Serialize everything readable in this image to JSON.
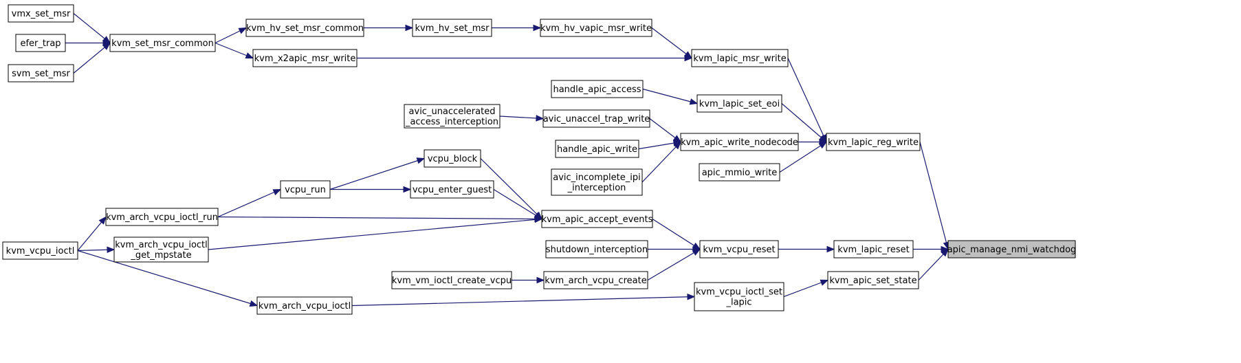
{
  "graph": {
    "edge_color": "#191970",
    "focus_fill": "#bfbfbf",
    "nodes": [
      {
        "id": "vmx_set_msr",
        "lines": [
          "vmx_set_msr"
        ]
      },
      {
        "id": "efer_trap",
        "lines": [
          "efer_trap"
        ]
      },
      {
        "id": "svm_set_msr",
        "lines": [
          "svm_set_msr"
        ]
      },
      {
        "id": "kvm_set_msr_common",
        "lines": [
          "kvm_set_msr_common"
        ]
      },
      {
        "id": "kvm_hv_set_msr_common",
        "lines": [
          "kvm_hv_set_msr_common"
        ]
      },
      {
        "id": "kvm_hv_set_msr",
        "lines": [
          "kvm_hv_set_msr"
        ]
      },
      {
        "id": "kvm_hv_vapic_msr_write",
        "lines": [
          "kvm_hv_vapic_msr_write"
        ]
      },
      {
        "id": "kvm_x2apic_msr_write",
        "lines": [
          "kvm_x2apic_msr_write"
        ]
      },
      {
        "id": "kvm_lapic_msr_write",
        "lines": [
          "kvm_lapic_msr_write"
        ]
      },
      {
        "id": "handle_apic_access",
        "lines": [
          "handle_apic_access"
        ]
      },
      {
        "id": "kvm_lapic_set_eoi",
        "lines": [
          "kvm_lapic_set_eoi"
        ]
      },
      {
        "id": "avic_unaccelerated_access_interception",
        "lines": [
          "avic_unaccelerated",
          "_access_interception"
        ]
      },
      {
        "id": "avic_unaccel_trap_write",
        "lines": [
          "avic_unaccel_trap_write"
        ]
      },
      {
        "id": "handle_apic_write",
        "lines": [
          "handle_apic_write"
        ]
      },
      {
        "id": "kvm_apic_write_nodecode",
        "lines": [
          "kvm_apic_write_nodecode"
        ]
      },
      {
        "id": "kvm_lapic_reg_write",
        "lines": [
          "kvm_lapic_reg_write"
        ]
      },
      {
        "id": "avic_incomplete_ipi_interception",
        "lines": [
          "avic_incomplete_ipi",
          "_interception"
        ]
      },
      {
        "id": "apic_mmio_write",
        "lines": [
          "apic_mmio_write"
        ]
      },
      {
        "id": "vcpu_block",
        "lines": [
          "vcpu_block"
        ]
      },
      {
        "id": "vcpu_run",
        "lines": [
          "vcpu_run"
        ]
      },
      {
        "id": "vcpu_enter_guest",
        "lines": [
          "vcpu_enter_guest"
        ]
      },
      {
        "id": "kvm_arch_vcpu_ioctl_run",
        "lines": [
          "kvm_arch_vcpu_ioctl_run"
        ]
      },
      {
        "id": "kvm_apic_accept_events",
        "lines": [
          "kvm_apic_accept_events"
        ]
      },
      {
        "id": "kvm_vcpu_ioctl",
        "lines": [
          "kvm_vcpu_ioctl"
        ]
      },
      {
        "id": "kvm_arch_vcpu_ioctl_get_mpstate",
        "lines": [
          "kvm_arch_vcpu_ioctl",
          "_get_mpstate"
        ]
      },
      {
        "id": "shutdown_interception",
        "lines": [
          "shutdown_interception"
        ]
      },
      {
        "id": "kvm_vcpu_reset",
        "lines": [
          "kvm_vcpu_reset"
        ]
      },
      {
        "id": "kvm_lapic_reset",
        "lines": [
          "kvm_lapic_reset"
        ]
      },
      {
        "id": "apic_manage_nmi_watchdog",
        "lines": [
          "apic_manage_nmi_watchdog"
        ],
        "focus": true
      },
      {
        "id": "kvm_vm_ioctl_create_vcpu",
        "lines": [
          "kvm_vm_ioctl_create_vcpu"
        ]
      },
      {
        "id": "kvm_arch_vcpu_create",
        "lines": [
          "kvm_arch_vcpu_create"
        ]
      },
      {
        "id": "kvm_apic_set_state",
        "lines": [
          "kvm_apic_set_state"
        ]
      },
      {
        "id": "kvm_vcpu_ioctl_set_lapic",
        "lines": [
          "kvm_vcpu_ioctl_set",
          "_lapic"
        ]
      },
      {
        "id": "kvm_arch_vcpu_ioctl",
        "lines": [
          "kvm_arch_vcpu_ioctl"
        ]
      }
    ],
    "edges": [
      {
        "from": "vmx_set_msr",
        "to": "kvm_set_msr_common"
      },
      {
        "from": "efer_trap",
        "to": "kvm_set_msr_common"
      },
      {
        "from": "svm_set_msr",
        "to": "kvm_set_msr_common"
      },
      {
        "from": "kvm_set_msr_common",
        "to": "kvm_hv_set_msr_common"
      },
      {
        "from": "kvm_set_msr_common",
        "to": "kvm_x2apic_msr_write"
      },
      {
        "from": "kvm_hv_set_msr_common",
        "to": "kvm_hv_set_msr"
      },
      {
        "from": "kvm_hv_set_msr",
        "to": "kvm_hv_vapic_msr_write"
      },
      {
        "from": "kvm_hv_vapic_msr_write",
        "to": "kvm_lapic_msr_write"
      },
      {
        "from": "kvm_x2apic_msr_write",
        "to": "kvm_lapic_msr_write"
      },
      {
        "from": "kvm_lapic_msr_write",
        "to": "kvm_lapic_reg_write"
      },
      {
        "from": "handle_apic_access",
        "to": "kvm_lapic_set_eoi"
      },
      {
        "from": "kvm_lapic_set_eoi",
        "to": "kvm_lapic_reg_write"
      },
      {
        "from": "avic_unaccelerated_access_interception",
        "to": "avic_unaccel_trap_write"
      },
      {
        "from": "avic_unaccel_trap_write",
        "to": "kvm_apic_write_nodecode"
      },
      {
        "from": "handle_apic_write",
        "to": "kvm_apic_write_nodecode"
      },
      {
        "from": "avic_incomplete_ipi_interception",
        "to": "kvm_apic_write_nodecode"
      },
      {
        "from": "kvm_apic_write_nodecode",
        "to": "kvm_lapic_reg_write"
      },
      {
        "from": "apic_mmio_write",
        "to": "kvm_lapic_reg_write"
      },
      {
        "from": "kvm_lapic_reg_write",
        "to": "apic_manage_nmi_watchdog"
      },
      {
        "from": "vcpu_run",
        "to": "vcpu_block"
      },
      {
        "from": "vcpu_run",
        "to": "vcpu_enter_guest"
      },
      {
        "from": "kvm_arch_vcpu_ioctl_run",
        "to": "vcpu_run"
      },
      {
        "from": "kvm_arch_vcpu_ioctl_run",
        "to": "kvm_apic_accept_events"
      },
      {
        "from": "vcpu_block",
        "to": "kvm_apic_accept_events"
      },
      {
        "from": "vcpu_enter_guest",
        "to": "kvm_apic_accept_events"
      },
      {
        "from": "kvm_arch_vcpu_ioctl_get_mpstate",
        "to": "kvm_apic_accept_events"
      },
      {
        "from": "kvm_vcpu_ioctl",
        "to": "kvm_arch_vcpu_ioctl_run"
      },
      {
        "from": "kvm_vcpu_ioctl",
        "to": "kvm_arch_vcpu_ioctl_get_mpstate"
      },
      {
        "from": "kvm_vcpu_ioctl",
        "to": "kvm_arch_vcpu_ioctl"
      },
      {
        "from": "kvm_apic_accept_events",
        "to": "kvm_vcpu_reset"
      },
      {
        "from": "shutdown_interception",
        "to": "kvm_vcpu_reset"
      },
      {
        "from": "kvm_arch_vcpu_create",
        "to": "kvm_vcpu_reset"
      },
      {
        "from": "kvm_vm_ioctl_create_vcpu",
        "to": "kvm_arch_vcpu_create"
      },
      {
        "from": "kvm_vcpu_reset",
        "to": "kvm_lapic_reset"
      },
      {
        "from": "kvm_lapic_reset",
        "to": "apic_manage_nmi_watchdog"
      },
      {
        "from": "kvm_arch_vcpu_ioctl",
        "to": "kvm_vcpu_ioctl_set_lapic"
      },
      {
        "from": "kvm_vcpu_ioctl_set_lapic",
        "to": "kvm_apic_set_state"
      },
      {
        "from": "kvm_apic_set_state",
        "to": "apic_manage_nmi_watchdog"
      }
    ]
  }
}
